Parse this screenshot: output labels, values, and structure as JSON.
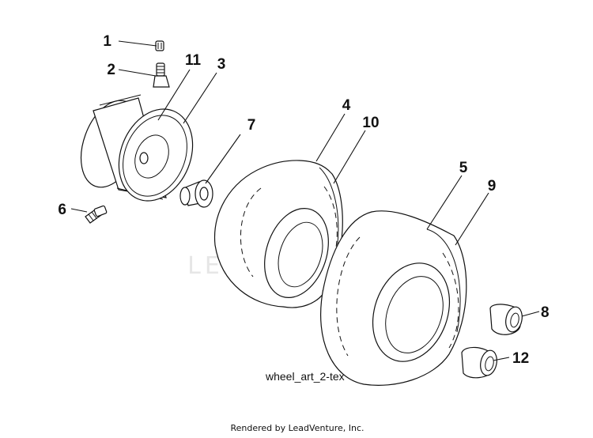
{
  "diagram": {
    "callouts": [
      {
        "id": "1",
        "label": "1"
      },
      {
        "id": "2",
        "label": "2"
      },
      {
        "id": "3",
        "label": "3"
      },
      {
        "id": "4",
        "label": "4"
      },
      {
        "id": "5",
        "label": "5"
      },
      {
        "id": "6",
        "label": "6"
      },
      {
        "id": "7",
        "label": "7"
      },
      {
        "id": "8",
        "label": "8"
      },
      {
        "id": "9",
        "label": "9"
      },
      {
        "id": "10",
        "label": "10"
      },
      {
        "id": "11",
        "label": "11"
      },
      {
        "id": "12",
        "label": "12"
      }
    ],
    "art_id": "wheel_art_2-tex",
    "watermark": "LEADVENTURE",
    "footer": "Rendered by LeadVenture, Inc."
  }
}
